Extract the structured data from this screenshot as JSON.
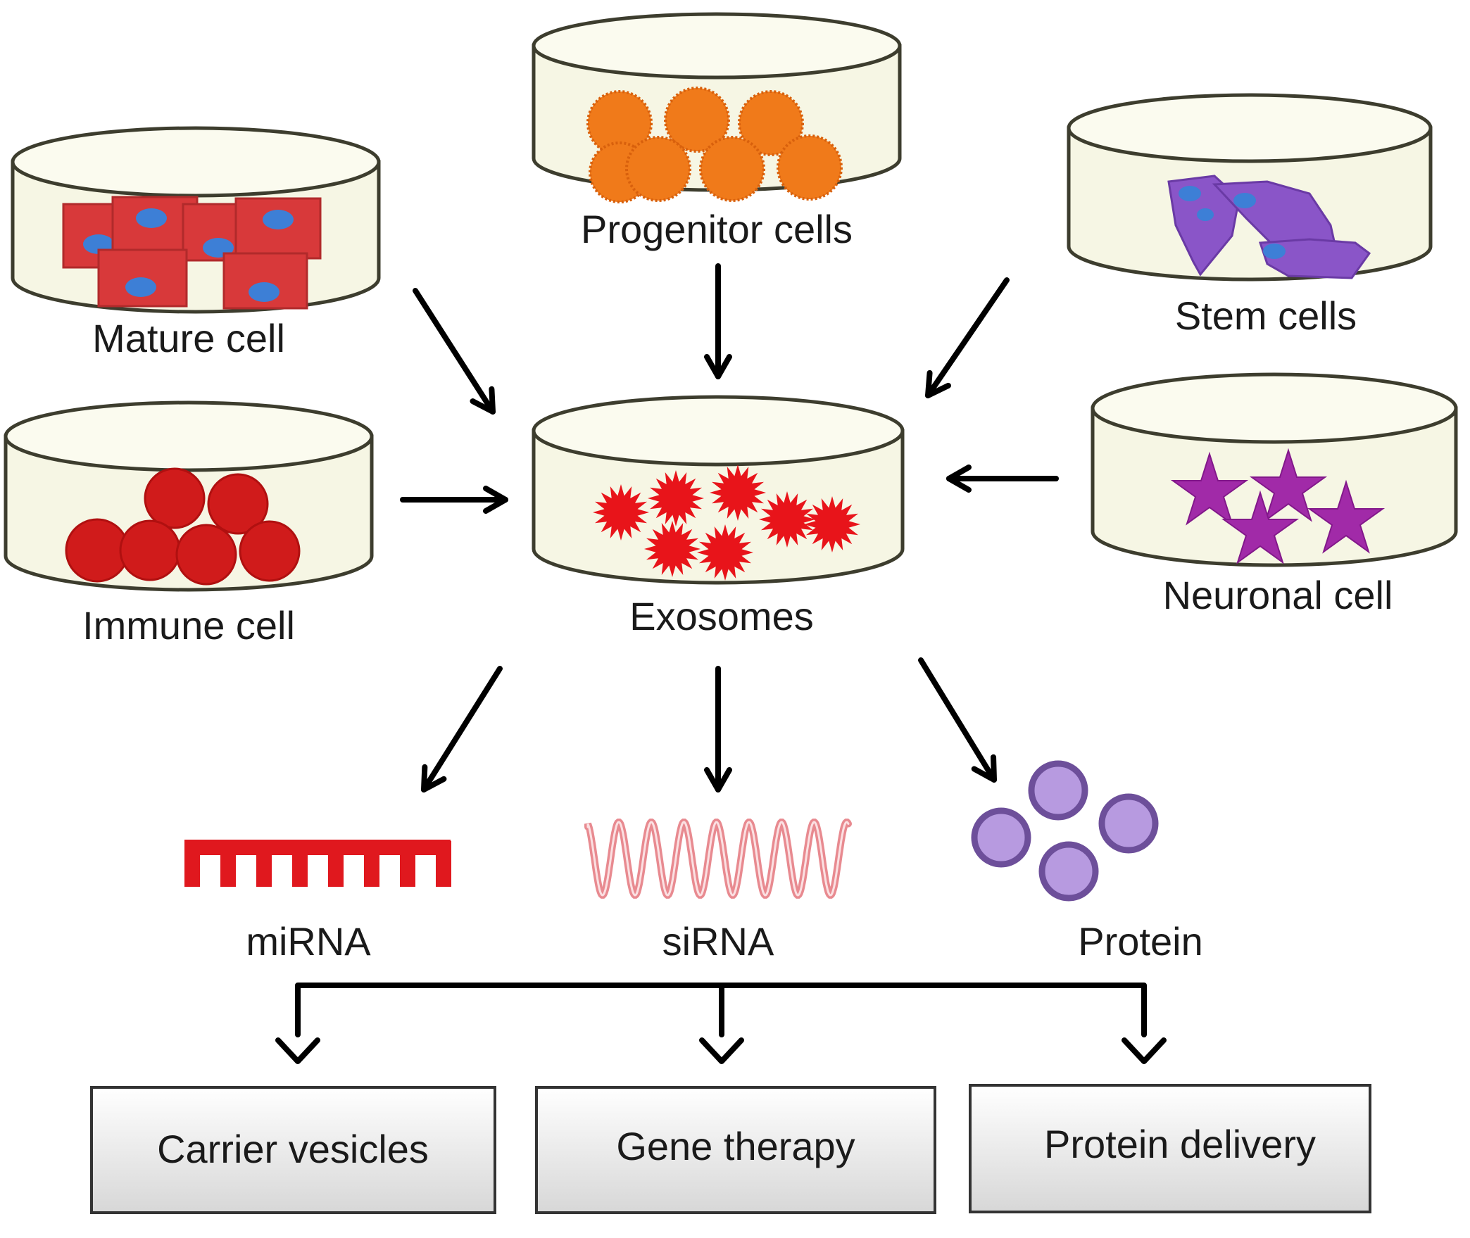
{
  "sources": {
    "mature_label": "Mature cell",
    "progenitor_label": "Progenitor cells",
    "stem_label": "Stem cells",
    "immune_label": "Immune cell",
    "neuronal_label": "Neuronal cell"
  },
  "center": {
    "exosomes_label": "Exosomes"
  },
  "cargo": {
    "mirna_label": "miRNA",
    "sirna_label": "siRNA",
    "protein_label": "Protein"
  },
  "applications": {
    "carrier_label": "Carrier vesicles",
    "gene_label": "Gene therapy",
    "protein_delivery_label": "Protein delivery"
  },
  "colors": {
    "mature_cell": "#d8393a",
    "nucleus": "#3d7fd6",
    "progenitor": "#f07a1a",
    "stem": "#8a55c8",
    "immune": "#d01b1b",
    "neuronal": "#a12aa8",
    "exosome": "#e8141a",
    "mirna": "#e0181e",
    "sirna": "#e88a90",
    "protein": "#b79ae0"
  }
}
